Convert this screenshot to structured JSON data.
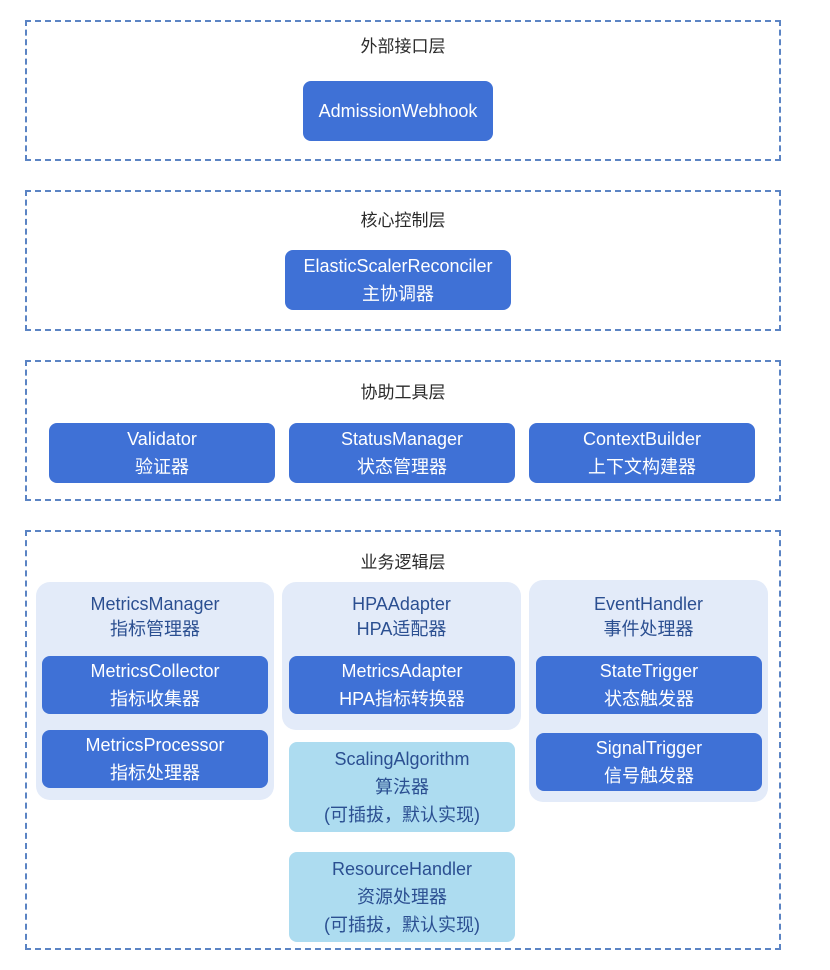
{
  "layers": {
    "external": {
      "title": "外部接口层",
      "admission_webhook": "AdmissionWebhook"
    },
    "core": {
      "title": "核心控制层",
      "reconciler": {
        "name": "ElasticScalerReconciler",
        "desc": "主协调器"
      }
    },
    "helper": {
      "title": "协助工具层",
      "validator": {
        "name": "Validator",
        "desc": "验证器"
      },
      "status_manager": {
        "name": "StatusManager",
        "desc": "状态管理器"
      },
      "context_builder": {
        "name": "ContextBuilder",
        "desc": "上下文构建器"
      }
    },
    "business": {
      "title": "业务逻辑层",
      "metrics_manager": {
        "name": "MetricsManager",
        "desc": "指标管理器",
        "collector": {
          "name": "MetricsCollector",
          "desc": "指标收集器"
        },
        "processor": {
          "name": "MetricsProcessor",
          "desc": "指标处理器"
        }
      },
      "hpa_adapter": {
        "name": "HPAAdapter",
        "desc": "HPA适配器",
        "metrics_adapter": {
          "name": "MetricsAdapter",
          "desc": "HPA指标转换器"
        }
      },
      "event_handler": {
        "name": "EventHandler",
        "desc": "事件处理器",
        "state_trigger": {
          "name": "StateTrigger",
          "desc": "状态触发器"
        },
        "signal_trigger": {
          "name": "SignalTrigger",
          "desc": "信号触发器"
        }
      },
      "scaling_algorithm": {
        "name": "ScalingAlgorithm",
        "desc": "算法器",
        "note": "(可插拔，默认实现)"
      },
      "resource_handler": {
        "name": "ResourceHandler",
        "desc": "资源处理器",
        "note": "(可插拔，默认实现)"
      }
    }
  },
  "colors": {
    "layer_border": "#5b84c4",
    "component_fill": "#3f71d6",
    "group_fill": "#e3ebf9",
    "pluggable_fill": "#addcf0",
    "group_text": "#2b4f91"
  }
}
